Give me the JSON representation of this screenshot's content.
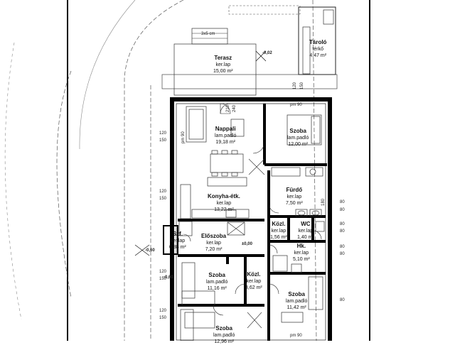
{
  "rooms": {
    "terasz": {
      "name": "Terasz",
      "floor": "ker.lap",
      "area": "15,00 m²"
    },
    "tarolo": {
      "name": "Tároló",
      "floor": "térkő",
      "area": "4,47 m²"
    },
    "nappali": {
      "name": "Nappali",
      "floor": "lam.padló",
      "area": "19,18 m²"
    },
    "konyha": {
      "name": "Konyha-étk.",
      "floor": "ker.lap",
      "area": "13,22 m²"
    },
    "szoba_ne": {
      "name": "Szoba",
      "floor": "lam.padló",
      "area": "12,00 m²"
    },
    "furdo": {
      "name": "Fürdő",
      "floor": "ker.lap",
      "area": "7,50 m²"
    },
    "kozl_1": {
      "name": "Közl.",
      "floor": "ker.lap",
      "area": "1,56 m²"
    },
    "wc": {
      "name": "WC",
      "floor": "ker.lap",
      "area": "1,40 m²"
    },
    "szf": {
      "name": "Szf.",
      "floor": "ker.lap",
      "area": "0,88 m²"
    },
    "eloszoba": {
      "name": "Előszoba",
      "floor": "ker.lap",
      "area": "7,20 m²"
    },
    "hk": {
      "name": "Hk.",
      "floor": "ker.lap",
      "area": "5,10 m²"
    },
    "szoba_w": {
      "name": "Szoba",
      "floor": "lam.padló",
      "area": "11,16 m²"
    },
    "kozl_2": {
      "name": "Közl.",
      "floor": "ker.lap",
      "area": "3,62 m²"
    },
    "szoba_se": {
      "name": "Szoba",
      "floor": "lam.padló",
      "area": "11,42 m²"
    },
    "szoba_s": {
      "name": "Szoba",
      "floor": "lam.padló",
      "area": "12,96 m²"
    }
  },
  "levels": {
    "terrace": "-0,02",
    "entrance": "-0,60",
    "floor": "±0,00",
    "bottom_left": "-0,60"
  },
  "dimensions": {
    "h120a": "120",
    "h150a": "150",
    "h120b": "120",
    "h150b": "150",
    "h120c": "120",
    "h150c": "150",
    "h120d": "120",
    "h150d": "150",
    "h150e": "150",
    "d80a": "80",
    "d80b": "80",
    "d80c": "80",
    "d80d": "80",
    "d80e": "80",
    "d80f": "80",
    "d80g": "80",
    "d180": "180",
    "d120": "120",
    "pm90a": "pm 90",
    "pm90b": "pm 90",
    "pm90c": "pm 90",
    "stairs": "3x5 cm",
    "d210": "210",
    "d240": "240"
  }
}
